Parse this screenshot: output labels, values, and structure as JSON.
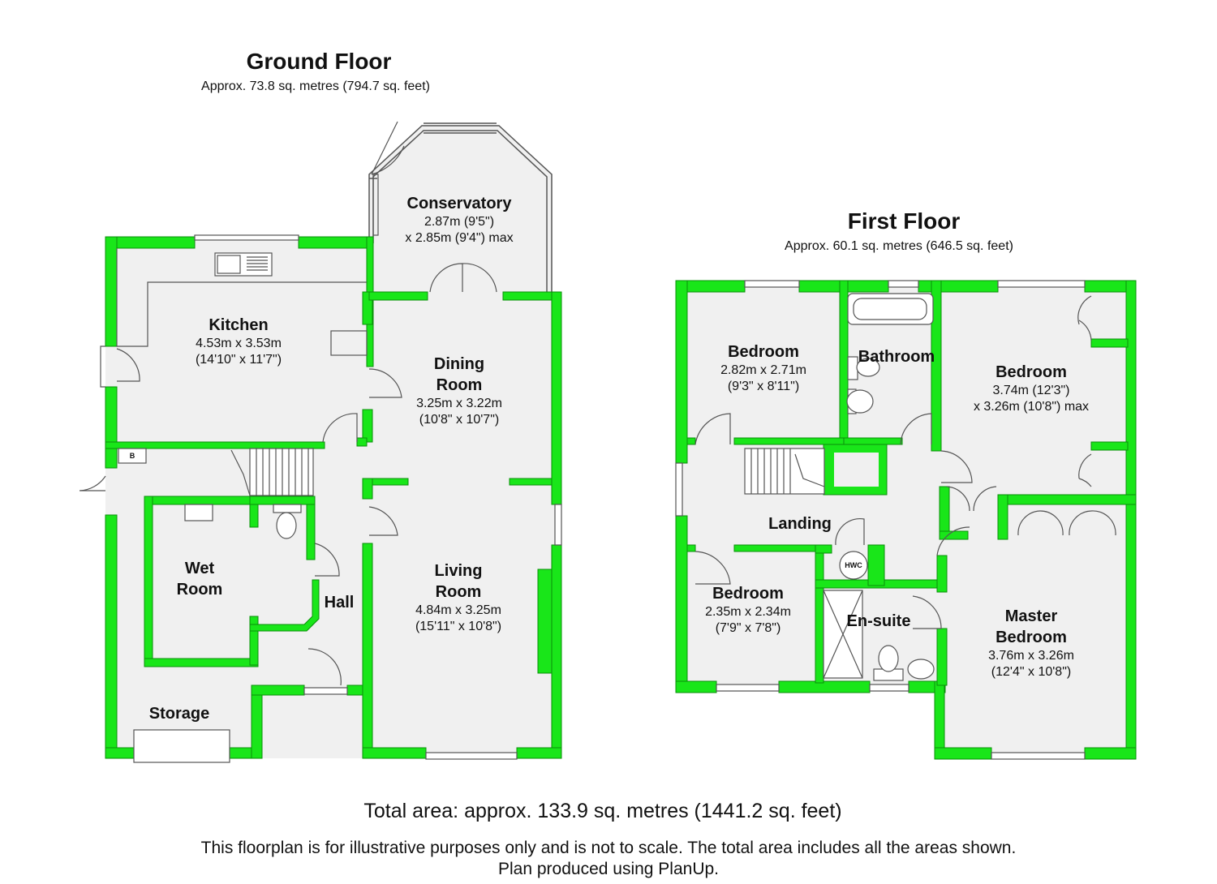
{
  "ground_floor": {
    "title": "Ground Floor",
    "area": "Approx. 73.8 sq. metres (794.7 sq. feet)",
    "rooms": [
      {
        "name": "Conservatory",
        "dims": [
          "2.87m (9'5\")",
          "x 2.85m (9'4\") max"
        ]
      },
      {
        "name": "Kitchen",
        "dims": [
          "4.53m x 3.53m",
          "(14'10\" x 11'7\")"
        ]
      },
      {
        "name": "Dining",
        "name2": "Room",
        "dims": [
          "3.25m x 3.22m",
          "(10'8\" x 10'7\")"
        ]
      },
      {
        "name": "Living",
        "name2": "Room",
        "dims": [
          "4.84m x 3.25m",
          "(15'11\" x 10'8\")"
        ]
      },
      {
        "name": "Wet",
        "name2": "Room",
        "dims": []
      },
      {
        "name": "Hall",
        "dims": []
      },
      {
        "name": "Storage",
        "dims": []
      }
    ],
    "boiler_tag": "B"
  },
  "first_floor": {
    "title": "First Floor",
    "area": "Approx. 60.1 sq. metres (646.5 sq. feet)",
    "rooms": [
      {
        "name": "Bedroom",
        "dims": [
          "2.82m x 2.71m",
          "(9'3\" x 8'11\")"
        ]
      },
      {
        "name": "Bathroom",
        "dims": []
      },
      {
        "name": "Bedroom",
        "dims": [
          "3.74m (12'3\")",
          "x 3.26m (10'8\") max"
        ]
      },
      {
        "name": "Landing",
        "dims": []
      },
      {
        "name": "Bedroom",
        "dims": [
          "2.35m x 2.34m",
          "(7'9\" x 7'8\")"
        ]
      },
      {
        "name": "En-suite",
        "dims": []
      },
      {
        "name": "Master",
        "name2": "Bedroom",
        "dims": [
          "3.76m x 3.26m",
          "(12'4\" x 10'8\")"
        ]
      }
    ],
    "hwc_tag": "HWC"
  },
  "footer": {
    "total": "Total area: approx. 133.9 sq. metres (1441.2 sq. feet)",
    "note1": "This floorplan is for illustrative purposes only and is not to scale. The total area includes all the areas shown.",
    "note2": "Plan produced using PlanUp."
  },
  "colors": {
    "wall": "#19e619",
    "wall_edge": "#0a8f0a",
    "floor": "#f0f0f0",
    "line": "#555555"
  }
}
